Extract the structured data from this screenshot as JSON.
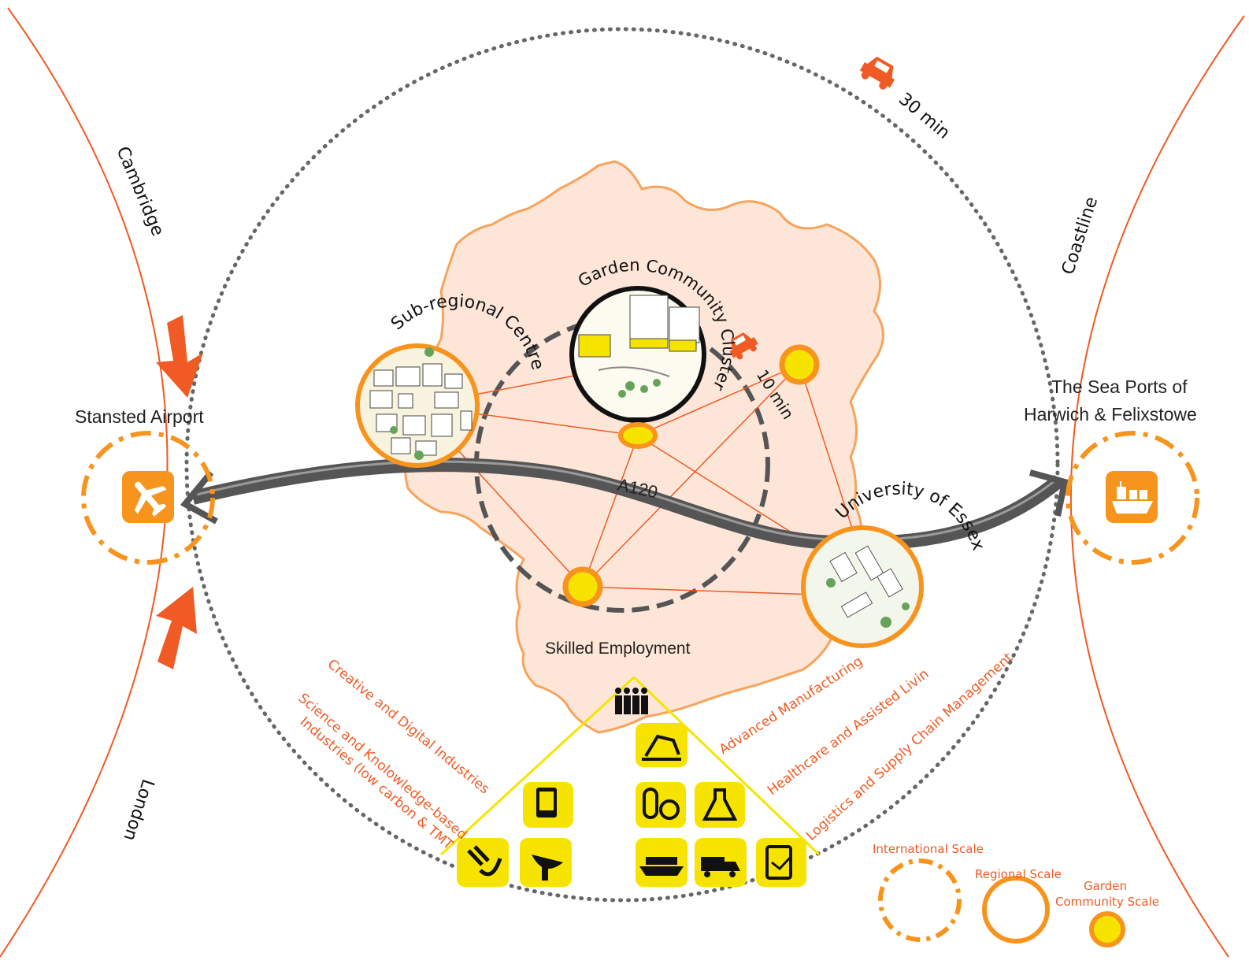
{
  "colors": {
    "accent_orange": "#f7941d",
    "red_orange": "#f05a24",
    "yellow": "#f6e400",
    "blob_fill": "#fde6d8",
    "blob_stroke": "#f7a35b",
    "road": "#555555"
  },
  "arcs": {
    "cambridge": "Cambridge",
    "london": "London",
    "coastline": "Coastline"
  },
  "travel_times": {
    "outer": "30 min",
    "inner": "10 min"
  },
  "places": {
    "stansted": "Stansted Airport",
    "sea_ports_line1": "The Sea Ports of",
    "sea_ports_line2": "Harwich & Felixstowe",
    "sub_regional": "Sub-regional Centre",
    "garden_cluster": "Garden Community Cluster",
    "university": "University of Essex",
    "skilled": "Skilled Employment",
    "road": "A120"
  },
  "industries": {
    "creative": "Creative and Digital Industries",
    "science_line1": "Science and Knolowledge-based",
    "science_line2": "Industries (low carbon & TMT)",
    "advanced": "Advanced Manufacturing",
    "healthcare": "Healthcare and Assisted Living",
    "logistics": "Logistics and Supply Chain Management"
  },
  "icons": [
    "people-icon",
    "robot-arm-icon",
    "tablet-touch-icon",
    "pills-icon",
    "flask-icon",
    "plug-icon",
    "satellite-dish-icon",
    "cargo-ship-icon",
    "truck-icon",
    "clipboard-icon",
    "car-icon",
    "airplane-icon",
    "ship-icon"
  ],
  "legend": {
    "international": "International Scale",
    "regional": "Regional Scale",
    "garden_line1": "Garden",
    "garden_line2": "Community Scale"
  }
}
